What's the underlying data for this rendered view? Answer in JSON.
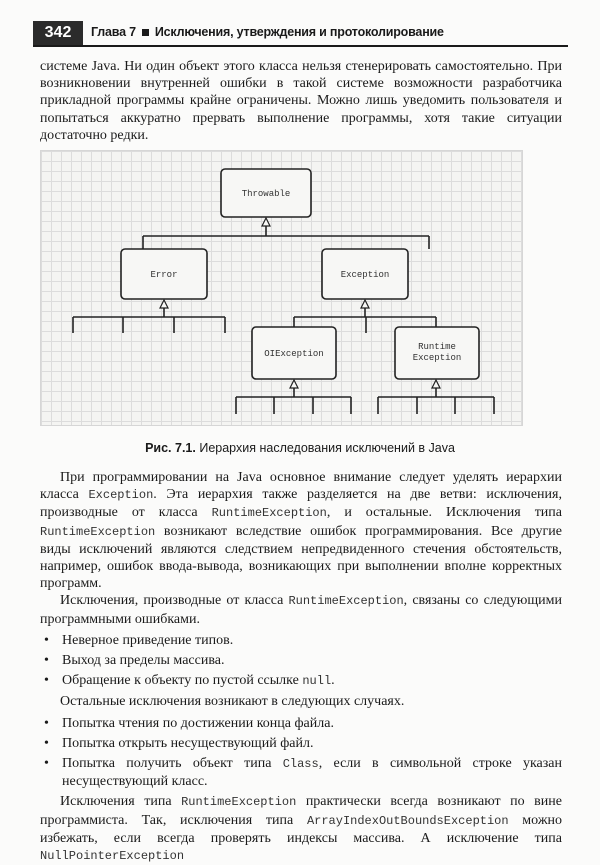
{
  "header": {
    "page_number": "342",
    "chapter_label": "Глава 7",
    "chapter_title": "Исключения, утверждения и протоколирование"
  },
  "intro_paragraph": "системе Java. Ни один объект этого класса нельзя стенерировать самостоятельно. При возникновении внутренней ошибки в такой системе возможности разработчика прикладной программы крайне ограничены. Можно лишь уведомить пользователя и попытаться аккуратно прервать выполнение программы, хотя такие ситуации достаточно редки.",
  "diagram": {
    "nodes": {
      "throwable": "Throwable",
      "error": "Error",
      "exception": "Exception",
      "ioexception": "OIException",
      "runtime_line1": "Runtime",
      "runtime_line2": "Exception"
    }
  },
  "figure_caption": {
    "label": "Рис. 7.1.",
    "text": " Иерархия наследования исключений в Java"
  },
  "para1": {
    "t1": "При программировании на Java основное внимание следует уделять иерархии класса ",
    "c1": "Exception",
    "t2": ". Эта иерархия также разделяется на две ветви: исключения, производные от класса ",
    "c2": "RuntimeException",
    "t3": ", и остальные. Исключения типа ",
    "c3": "RuntimeException",
    "t4": " возникают вследствие ошибок программирования. Все другие виды исключений являются следствием непредвиденного стечения обстоятельств, например, ошибок ввода-вывода, возникающих при выполнении вполне корректных программ."
  },
  "para2": {
    "t1": "Исключения, производные от класса ",
    "c1": "RuntimeException",
    "t2": ", связаны со следующими программными ошибками."
  },
  "bullets1": [
    {
      "text": "Неверное приведение типов."
    },
    {
      "text": "Выход за пределы массива."
    },
    {
      "text": "Обращение к объекту по пустой ссылке ",
      "code": "null",
      "tail": "."
    }
  ],
  "para3": "Остальные исключения возникают в следующих случаях.",
  "bullets2": [
    {
      "text": "Попытка чтения по достижении конца файла."
    },
    {
      "text": "Попытка открыть несуществующий файл."
    },
    {
      "text": "Попытка получить объект типа ",
      "code": "Class",
      "tail": ", если в символьной строке указан несуществующий класс."
    }
  ],
  "para4": {
    "t1": "Исключения типа ",
    "c1": "RuntimeException",
    "t2": " практически всегда возникают по вине программиста. Так, исключения типа ",
    "c2": "ArrayIndexOutBoundsException",
    "t3": " можно избежать, если всегда проверять индексы массива. А исключение типа ",
    "c3": "NullPointerException"
  },
  "bullet_symbol": "•"
}
